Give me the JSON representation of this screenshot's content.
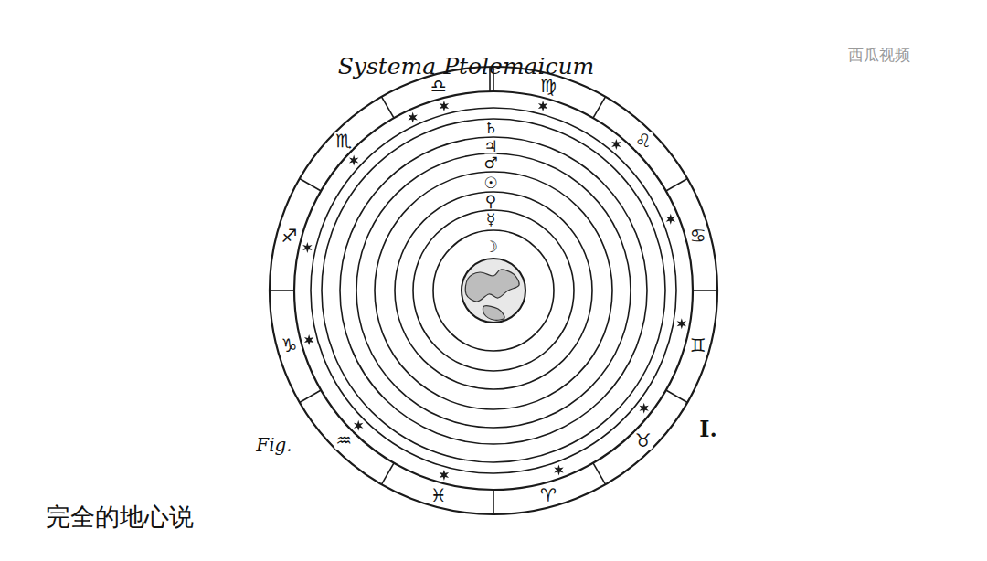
{
  "diagram": {
    "title": "Systema Ptolemaicum",
    "caption": "完全的地心说",
    "labels": [
      "♍",
      "♌",
      "♋",
      "♊",
      "♉",
      "♈",
      "♓",
      "♒",
      "♑",
      "♐",
      "♏",
      "♎",
      "♄",
      "♃",
      "♂",
      "☉",
      "♀",
      "☿",
      "☽",
      "Fig.",
      "I.",
      "西瓜视频"
    ]
  }
}
